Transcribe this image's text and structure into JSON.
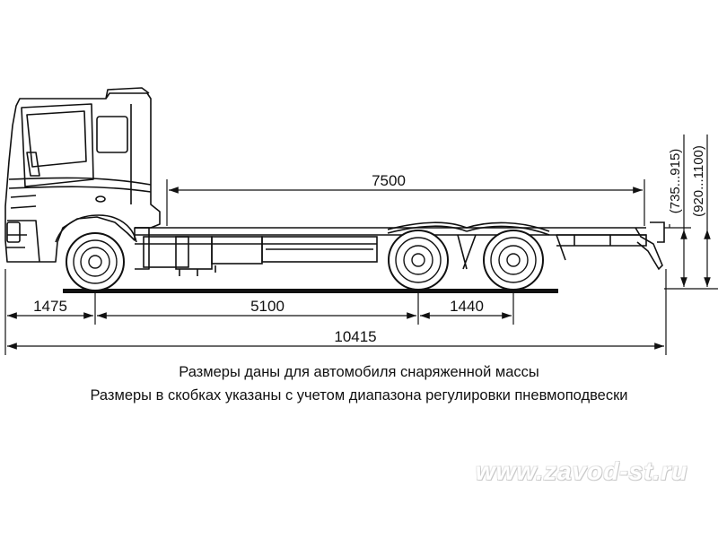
{
  "dimensions": {
    "frame_length": "7500",
    "front_overhang": "1475",
    "wheelbase": "5100",
    "rear_axle_spacing": "1440",
    "overall_length": "10415",
    "frame_height": "(735...915)",
    "coupling_height": "(920...1100)"
  },
  "captions": {
    "line1": "Размеры даны для автомобиля снаряженной массы",
    "line2": "Размеры в скобках указаны с учетом диапазона регулировки пневмоподвески"
  },
  "watermark": "www.zavod-st.ru",
  "colors": {
    "line": "#111111",
    "background": "#ffffff"
  }
}
